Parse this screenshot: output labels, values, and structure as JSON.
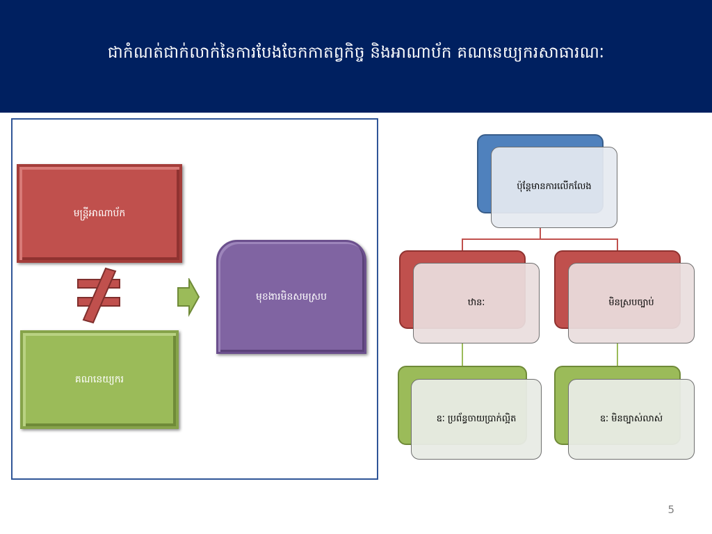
{
  "slide": {
    "title": "ជាកំណត់ជាក់លាក់នៃការបែងចែកកាតព្វកិច្ច និងអាណាប័ក គណនេយ្យករសាធារណៈ",
    "page_number": "5"
  },
  "left_diagram": {
    "red_box_label": "មន្ត្រីអាណាប័ក",
    "green_box_label": "គណនេយ្យករ",
    "purple_box_label": "មុខងារមិនសមស្រប",
    "not_equal_color": "#c0504d",
    "arrow_color": "#9bbb59"
  },
  "tree": {
    "root_label": "ប៉ុន្តែមានការលើកលែង",
    "left_branch_label": "ឋានៈ",
    "right_branch_label": "មិនស្របច្បាប់",
    "left_leaf_label": "ឧៈ ប្រព័ន្ធចាយប្រាក់ល្អិត",
    "right_leaf_label": "ឧៈ មិនច្បាស់លាស់"
  },
  "colors": {
    "header": "#002060",
    "red": "#c0504d",
    "green": "#9bbb59",
    "purple": "#8064a2",
    "blue": "#4f81bd"
  }
}
